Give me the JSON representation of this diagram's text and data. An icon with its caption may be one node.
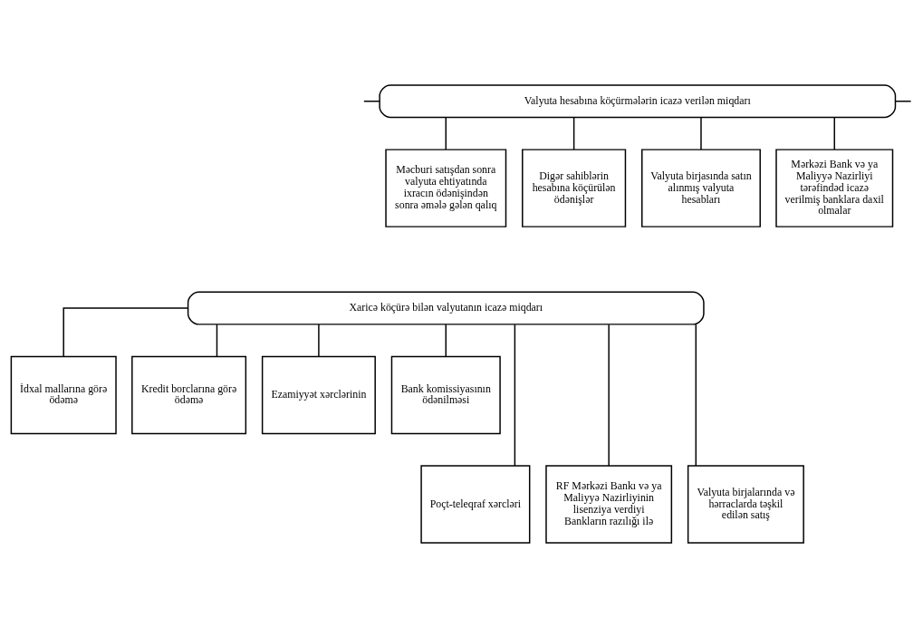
{
  "diagram": {
    "nodes": [
      {
        "text": [
          "Valyuta hesabına köçürmələrin icazə verilən miqdarı"
        ]
      },
      {
        "text": [
          "Məcburi satışdan sonra valyuta ehtiyatında ixracın ödənişindən sonra əmələ gələn qalıq"
        ]
      },
      {
        "text": [
          "Digər sahiblərin hesabına köçürülən ödənişlər"
        ]
      },
      {
        "text": [
          "Valyuta birjasında satın alınmış valyuta hesabları"
        ]
      },
      {
        "text": [
          "Mərkəzi Bank və ya Maliyyə Nazirliyi tərəfindəd icazə verilmiş banklara daxil olmalar"
        ]
      },
      {
        "text": [
          "Xaricə köçürə bilən valyutanın icazə miqdarı"
        ]
      },
      {
        "text": [
          "İdxal mallarına görə ödəmə"
        ]
      },
      {
        "text": [
          "Kredit borclarına görə ödəmə"
        ]
      },
      {
        "text": [
          "Ezamiyyət xərclərinin"
        ]
      },
      {
        "text": [
          "Bank komissiyasının ödənilməsi"
        ]
      },
      {
        "text": [
          "Poçt-teleqraf xərcləri"
        ]
      },
      {
        "text": [
          "RF Mərkəzi Bankı və ya Maliyyə Nazirliyinin lisenziya verdiyi Bankların razılığı ilə"
        ]
      },
      {
        "text": [
          "Valyuta birjalarında və hərraclarda təşkil edilən satış"
        ]
      }
    ],
    "edges": [
      {
        "from": null,
        "to": 0,
        "arrow": "none"
      },
      {
        "from": 0,
        "to": null,
        "arrow": "none"
      },
      {
        "from": 0,
        "to": 1,
        "arrow": "none"
      },
      {
        "from": 0,
        "to": 2,
        "arrow": "none"
      },
      {
        "from": 0,
        "to": 3,
        "arrow": "none"
      },
      {
        "from": 0,
        "to": 4,
        "arrow": "none"
      },
      {
        "from": 5,
        "to": 6,
        "arrow": "none"
      },
      {
        "from": 5,
        "to": 10,
        "arrow": "none"
      },
      {
        "from": 5,
        "to": 7,
        "arrow": "none"
      },
      {
        "from": 5,
        "to": 11,
        "arrow": "none"
      },
      {
        "from": 5,
        "to": 8,
        "arrow": "none"
      },
      {
        "from": 5,
        "to": 12,
        "arrow": "none"
      },
      {
        "from": 5,
        "to": 9,
        "arrow": "none"
      }
    ]
  }
}
